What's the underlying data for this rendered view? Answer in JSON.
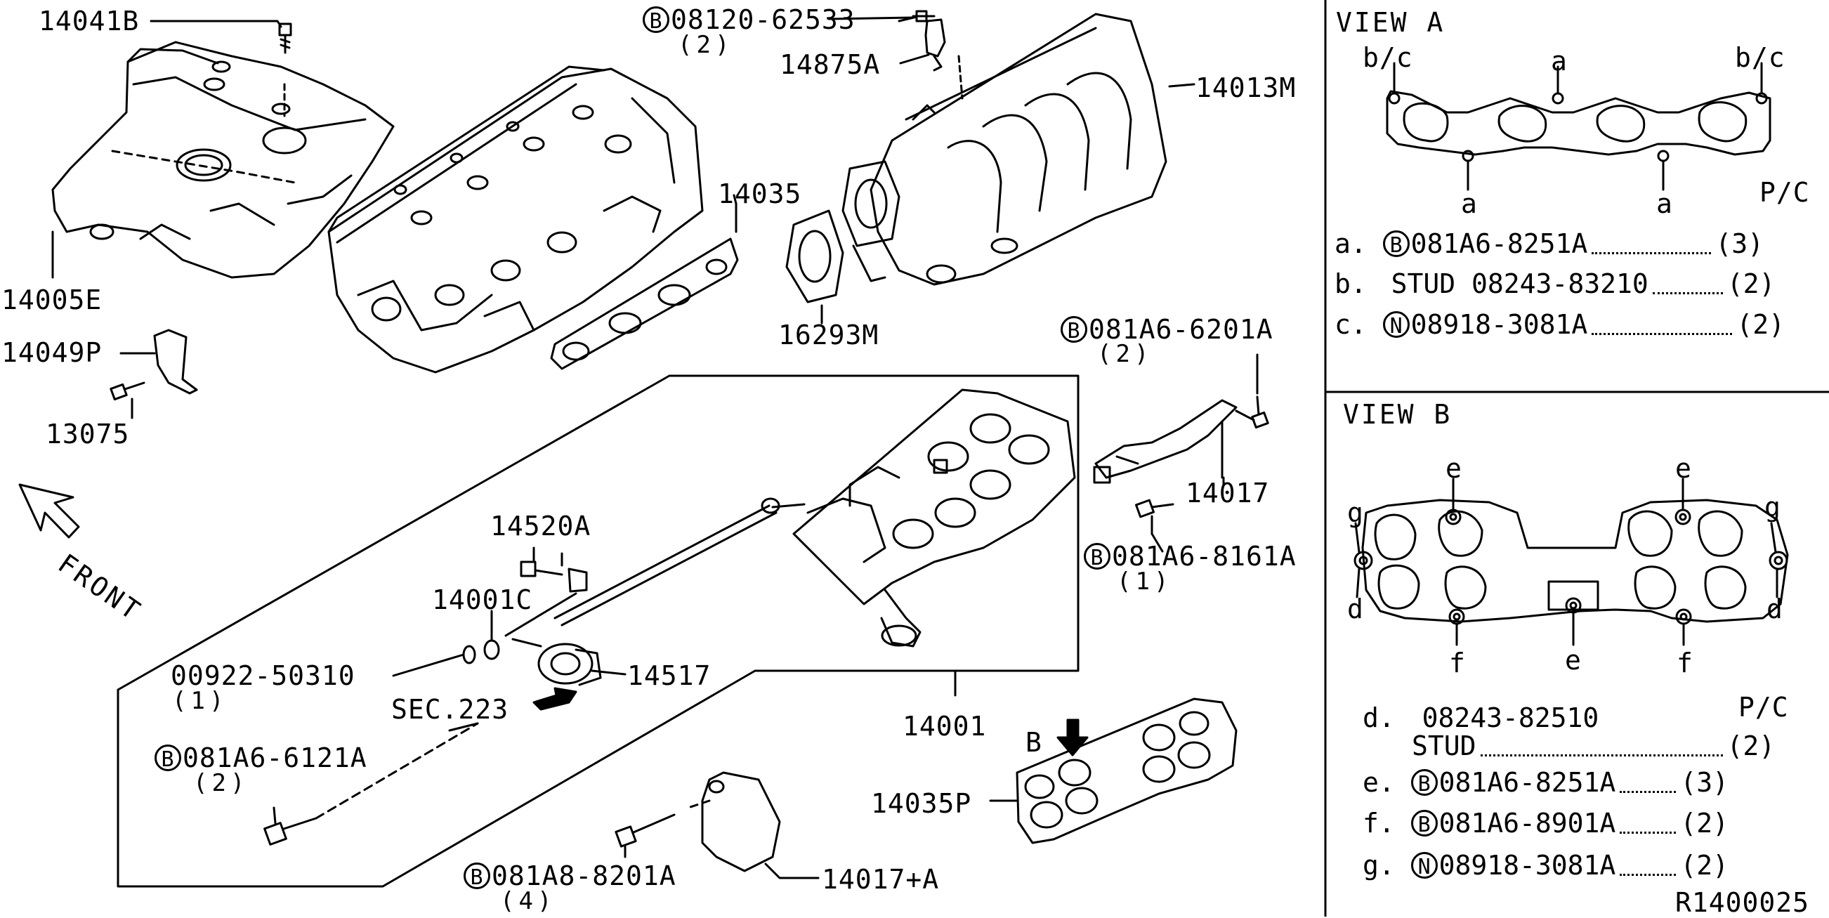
{
  "parts": {
    "p14041B": "14041B",
    "p14005E": "14005E",
    "p14049P": "14049P",
    "p13075": "13075",
    "front": "FRONT",
    "b08120": "08120-62533",
    "b08120_qty": "(2)",
    "p14875A": "14875A",
    "p14013M": "14013M",
    "p14035": "14035",
    "p16293M": "16293M",
    "b6201": "081A6-6201A",
    "b6201_qty": "(2)",
    "p14017": "14017",
    "b8161": "081A6-8161A",
    "b8161_qty": "(1)",
    "p14520A": "14520A",
    "p14001C": "14001C",
    "p00922": "00922-50310",
    "p00922_qty": "(1)",
    "p14517": "14517",
    "sec223": "SEC.223",
    "b6121": "081A6-6121A",
    "b6121_qty": "(2)",
    "p14001": "14001",
    "view_b_marker": "B",
    "p14035P": "14035P",
    "b8201": "081A8-8201A",
    "b8201_qty": "(4)",
    "p14017A": "14017+A"
  },
  "symbols": {
    "bolt": "B",
    "nut": "N"
  },
  "view_a": {
    "title": "VIEW A",
    "markers": {
      "bc": "b/c",
      "a": "a"
    },
    "pc": "P/C",
    "items": [
      {
        "key": "a.",
        "sym": "B",
        "part": "081A6-8251A",
        "qty": "(3)"
      },
      {
        "key": "b.",
        "sym": "",
        "part": "STUD 08243-83210",
        "qty": "(2)"
      },
      {
        "key": "c.",
        "sym": "N",
        "part": "08918-3081A",
        "qty": "(2)"
      }
    ]
  },
  "view_b": {
    "title": "VIEW B",
    "markers": {
      "e": "e",
      "f": "f",
      "g": "g",
      "d": "d"
    },
    "pc": "P/C",
    "items": [
      {
        "key": "d.",
        "sym": "",
        "part": "08243-82510",
        "part2": "STUD",
        "qty": "(2)"
      },
      {
        "key": "e.",
        "sym": "B",
        "part": "081A6-8251A",
        "qty": "(3)"
      },
      {
        "key": "f.",
        "sym": "B",
        "part": "081A6-8901A",
        "qty": "(2)"
      },
      {
        "key": "g.",
        "sym": "N",
        "part": "08918-3081A",
        "qty": "(2)"
      }
    ]
  },
  "ref": "R1400025"
}
